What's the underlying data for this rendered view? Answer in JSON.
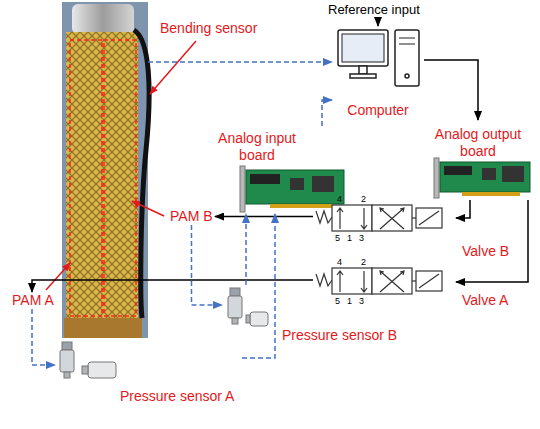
{
  "diagram": {
    "nodes": [
      {
        "text": [
          "Reference input"
        ]
      },
      {
        "text": [
          "Computer"
        ]
      },
      {
        "text": [
          "Bending sensor"
        ]
      },
      {
        "text": [
          "Analog input board"
        ]
      },
      {
        "text": [
          "Analog output board"
        ]
      },
      {
        "text": [
          "PAM B"
        ]
      },
      {
        "text": [
          "Valve B"
        ]
      },
      {
        "text": [
          "PAM A"
        ]
      },
      {
        "text": [
          "Valve A"
        ]
      },
      {
        "text": [
          "Pressure sensor B"
        ]
      },
      {
        "text": [
          "Pressure sensor A"
        ]
      }
    ],
    "edges": [
      {
        "from": 0,
        "to": 1,
        "arrow": "to"
      },
      {
        "from": 2,
        "to": 1,
        "arrow": "to"
      },
      {
        "from": 3,
        "to": 1,
        "arrow": "to"
      },
      {
        "from": 1,
        "to": 4,
        "arrow": "to"
      },
      {
        "from": 4,
        "to": 6,
        "arrow": "to"
      },
      {
        "from": 4,
        "to": 8,
        "arrow": "to"
      },
      {
        "from": 6,
        "to": 5,
        "arrow": "to"
      },
      {
        "from": 8,
        "to": 7,
        "arrow": "to"
      },
      {
        "from": 5,
        "to": 9,
        "arrow": "to"
      },
      {
        "from": 9,
        "to": 3,
        "arrow": "to"
      },
      {
        "from": 7,
        "to": 10,
        "arrow": "to"
      },
      {
        "from": 10,
        "to": 3,
        "arrow": "to"
      }
    ],
    "labels": [
      "4",
      "2",
      "5",
      "1",
      "3",
      "4",
      "2",
      "5",
      "1",
      "3"
    ]
  }
}
